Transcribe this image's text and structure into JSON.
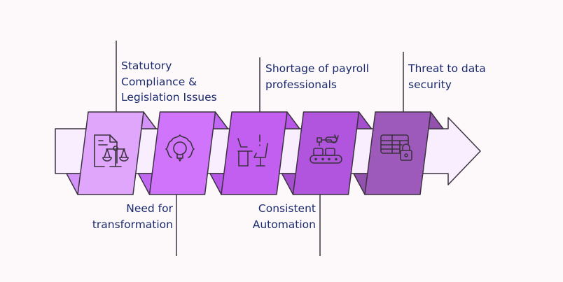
{
  "colors": {
    "background": "#fdf9fb",
    "band": "#f8eefe",
    "outline": "#3c3340",
    "label_text": "#1a2a6c",
    "panels": [
      "#dfa6fb",
      "#cf74fb",
      "#c25ff0",
      "#b154de",
      "#9e5abb"
    ],
    "folds": [
      "#d393f8",
      "#c267f4",
      "#b956ea",
      "#a54fcf",
      "#9351ae"
    ]
  },
  "steps": [
    {
      "icon": "document-scales-icon",
      "label_lines": [
        "Statutory",
        "Compliance &",
        "Legislation Issues"
      ],
      "position": "top"
    },
    {
      "icon": "gear-lightbulb-icon",
      "label_lines": [
        "Need for",
        "transformation"
      ],
      "position": "bottom"
    },
    {
      "icon": "desk-chair-icon",
      "label_lines": [
        "Shortage of payroll",
        "professionals"
      ],
      "position": "top"
    },
    {
      "icon": "robot-conveyor-icon",
      "label_lines": [
        "Consistent",
        "Automation"
      ],
      "position": "bottom"
    },
    {
      "icon": "table-lock-icon",
      "label_lines": [
        "Threat to data",
        "security"
      ],
      "position": "top"
    }
  ]
}
